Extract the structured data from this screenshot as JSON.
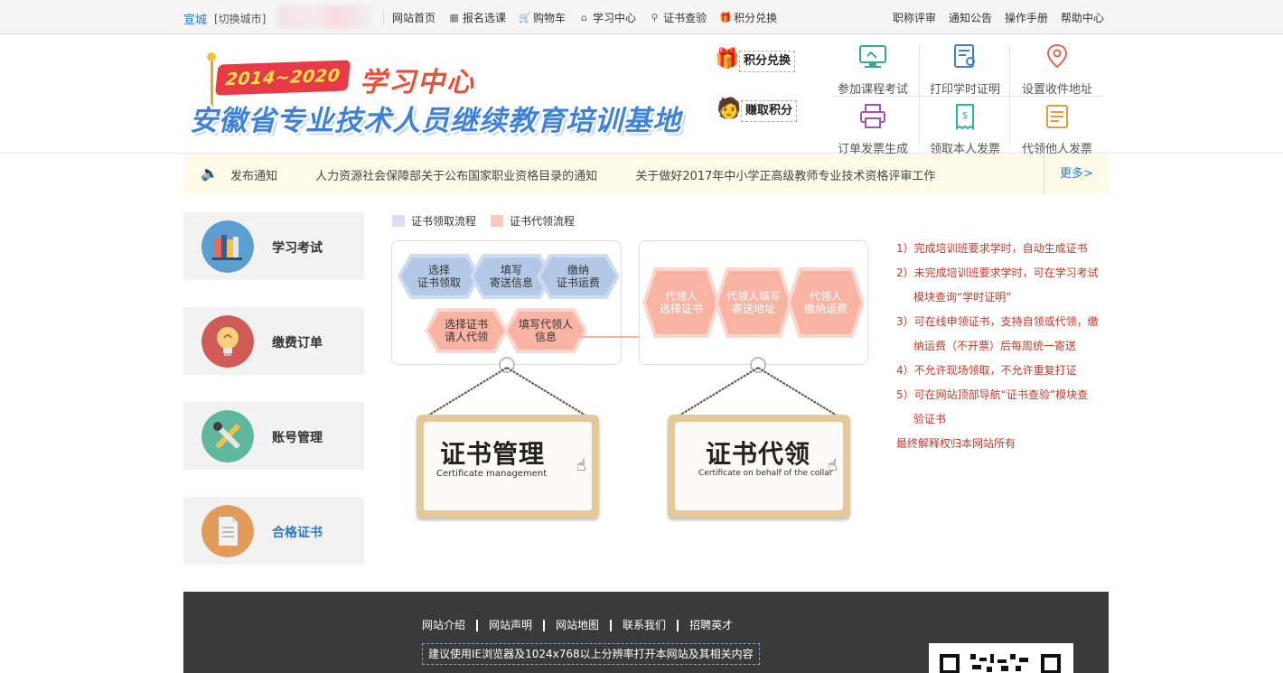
{
  "topbar": {
    "city": "宣城",
    "switch_city": "[切换城市]",
    "nav": [
      {
        "label": "网站首页",
        "icon": "none"
      },
      {
        "label": "报名选课",
        "icon": "grid-icon"
      },
      {
        "label": "购物车",
        "icon": "cart-icon"
      },
      {
        "label": "学习中心",
        "icon": "home-icon"
      },
      {
        "label": "证书查验",
        "icon": "search-icon"
      },
      {
        "label": "积分兑换",
        "icon": "gift-icon"
      }
    ],
    "right_nav": [
      "职称评审",
      "通知公告",
      "操作手册",
      "帮助中心"
    ]
  },
  "header": {
    "banner_years": "2014~2020",
    "subtitle": "学习中心",
    "title": "安徽省专业技术人员继续教育培训基地",
    "points_exchange": "积分兑换",
    "earn_points": "赚取积分",
    "quick_links": [
      {
        "label": "参加课程考试",
        "icon": "monitor-icon",
        "color": "#3aa88f"
      },
      {
        "label": "打印学时证明",
        "icon": "certificate-icon",
        "color": "#3a7fd1"
      },
      {
        "label": "设置收件地址",
        "icon": "location-icon",
        "color": "#e8604a"
      },
      {
        "label": "订单发票生成",
        "icon": "printer-icon",
        "color": "#a055b8"
      },
      {
        "label": "领取本人发票",
        "icon": "invoice-icon",
        "color": "#2fb3a0"
      },
      {
        "label": "代领他人发票",
        "icon": "document-icon",
        "color": "#e89a3a"
      }
    ]
  },
  "notice": {
    "items": [
      "发布通知",
      "人力资源社会保障部关于公布国家职业资格目录的通知",
      "关于做好2017年中小学正高级教师专业技术资格评审工作"
    ],
    "more": "更多>"
  },
  "sidebar": {
    "items": [
      {
        "label": "学习考试",
        "icon": "books-icon",
        "color": "#5b9fd1"
      },
      {
        "label": "缴费订单",
        "icon": "lightbulb-icon",
        "color": "#d05a56"
      },
      {
        "label": "账号管理",
        "icon": "tools-icon",
        "color": "#5fb89e"
      },
      {
        "label": "合格证书",
        "icon": "document-icon",
        "color": "#e39b5a"
      }
    ],
    "active_index": 3
  },
  "legend": {
    "items": [
      {
        "label": "证书领取流程",
        "color": "#d4e2f2"
      },
      {
        "label": "证书代领流程",
        "color": "#f9c9bf"
      }
    ]
  },
  "flow": {
    "collect_steps": [
      "选择\n证书领取",
      "填写\n寄送信息",
      "缴纳\n证书运费"
    ],
    "proxy_choice_steps": [
      "选择证书\n请人代领",
      "填写代领人\n信息"
    ],
    "proxy_steps": [
      "代领人\n选择证书",
      "代领人填写\n寄送地址",
      "代领人\n缴纳运费"
    ]
  },
  "signs": [
    {
      "cn": "证书管理",
      "en": "Certificate management"
    },
    {
      "cn": "证书代领",
      "en": "Certificate on behalf of the collar"
    }
  ],
  "notes": [
    "1）完成培训班要求学时，自动生成证书",
    "2）未完成培训班要求学时，可在学习考试",
    "模块查询“学时证明”",
    "3）可在线申领证书，支持自领或代领，缴",
    "纳运费（不开票）后每周统一寄送",
    "4）不允许现场领取，不允许重复打证",
    "5）可在网站顶部导航“证书查验”模块查",
    "验证书",
    "最终解释权归本网站所有"
  ],
  "footer": {
    "links": [
      "网站介绍",
      "网站声明",
      "网站地图",
      "联系我们",
      "招聘英才"
    ],
    "tip": "建议使用IE浏览器及1024x768以上分辨率打开本网站及其相关内容"
  }
}
